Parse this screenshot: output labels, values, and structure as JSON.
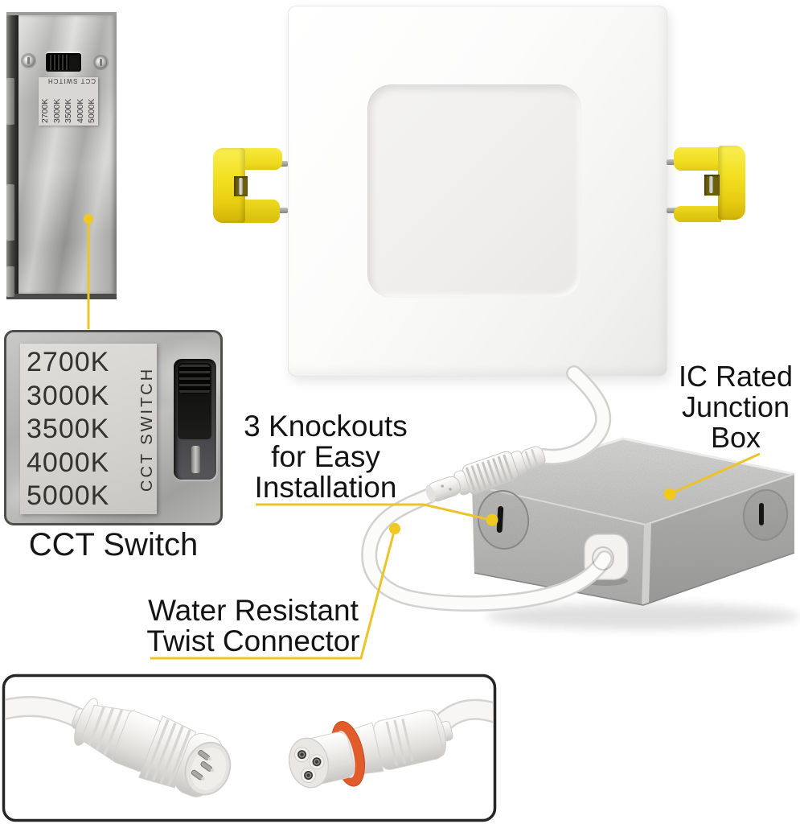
{
  "labels": {
    "cct_values": [
      "2700K",
      "3000K",
      "3500K",
      "4000K",
      "5000K"
    ],
    "cct_switch_sticker": "CCT SWITCH",
    "cct_caption": "CCT Switch",
    "knockouts_line1": "3 Knockouts",
    "knockouts_line2": "for Easy",
    "knockouts_line3": "Installation",
    "jbox_line1": "IC Rated",
    "jbox_line2": "Junction",
    "jbox_line3": "Box",
    "twist_line1": "Water Resistant",
    "twist_line2": "Twist Connector"
  },
  "colors": {
    "callout_yellow": "#ecc429",
    "dot_yellow": "#f0c91f",
    "clip_yellow": "#f3e021",
    "oring_orange": "#e25b2b",
    "text_black": "#131313"
  }
}
